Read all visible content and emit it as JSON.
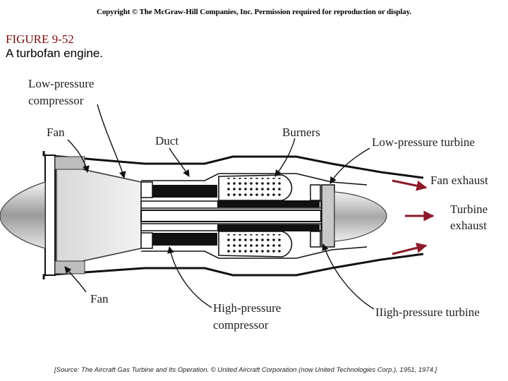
{
  "header": {
    "copyright": "Copyright © The McGraw-Hill Companies, Inc. Permission required for reproduction or display.",
    "figure_number": "FIGURE 9-52",
    "figure_title": "A turbofan engine."
  },
  "labels": {
    "low_pressure_compressor_line1": "Low-pressure",
    "low_pressure_compressor_line2": "compressor",
    "fan_top": "Fan",
    "duct": "Duct",
    "burners": "Burners",
    "low_pressure_turbine": "Low-pressure turbine",
    "fan_exhaust": "Fan exhaust",
    "turbine_exhaust_line1": "Turbine",
    "turbine_exhaust_line2": "exhaust",
    "fan_bottom": "Fan",
    "high_pressure_compressor_line1": "High-pressure",
    "high_pressure_compressor_line2": "compressor",
    "high_pressure_turbine": "IIigh-pressure turbine"
  },
  "source": "[Source: The Aircraft Gas Turbine and Its Operation. © United Aircraft Corporation (now United Technologies Corp.), 1951, 1974.]",
  "colors": {
    "exhaust_arrow": "#8b1a2a",
    "figure_number": "#7a0f0f",
    "engine_gray": "#c8c8c8"
  }
}
